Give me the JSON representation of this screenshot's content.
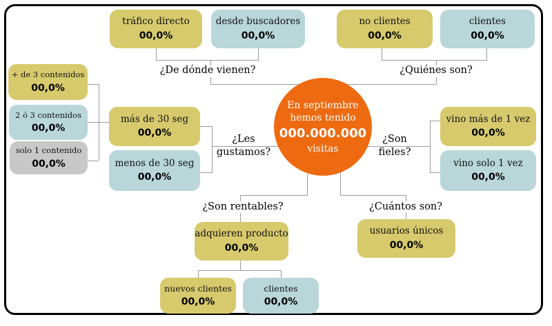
{
  "colors": {
    "yellow": "#d6ca6d",
    "blue": "#b9d6d9",
    "gray": "#c8c8c8",
    "orange": "#ee6a10",
    "line": "#999999"
  },
  "center": {
    "line1": "En septiembre",
    "line2": "hemos tenido",
    "value": "000.000.000",
    "unit": "visitas"
  },
  "questions": {
    "origin": "¿De dónde vienen?",
    "who": "¿Quiénes son?",
    "like": {
      "top": "¿Les",
      "bottom": "gustamos?"
    },
    "loyal": {
      "top": "¿Son",
      "bottom": "fieles?"
    },
    "profitable": "¿Son rentables?",
    "count": "¿Cuántos son?"
  },
  "boxes": {
    "trafico_directo": {
      "label": "tráfico directo",
      "value": "00,0%"
    },
    "desde_buscadores": {
      "label": "desde buscadores",
      "value": "00,0%"
    },
    "no_clientes": {
      "label": "no clientes",
      "value": "00,0%"
    },
    "clientes_top": {
      "label": "clientes",
      "value": "00,0%"
    },
    "mas_3_contenidos": {
      "label": "+ de 3 contenidos",
      "value": "00,0%"
    },
    "contenidos_2_3": {
      "label": "2 ó 3 contenidos",
      "value": "00,0%"
    },
    "solo_1_contenido": {
      "label": "solo 1 contenido",
      "value": "00,0%"
    },
    "mas_30_seg": {
      "label": "más de 30 seg",
      "value": "00,0%"
    },
    "menos_30_seg": {
      "label": "menos de 30 seg",
      "value": "00,0%"
    },
    "vino_mas_1_vez": {
      "label": "vino más de 1 vez",
      "value": "00,0%"
    },
    "vino_solo_1_vez": {
      "label": "vino solo 1 vez",
      "value": "00,0%"
    },
    "adquieren_producto": {
      "label": "adquieren producto",
      "value": "00,0%"
    },
    "nuevos_clientes": {
      "label": "nuevos clientes",
      "value": "00,0%"
    },
    "clientes_bottom": {
      "label": "clientes",
      "value": "00,0%"
    },
    "usuarios_unicos": {
      "label": "usuarios únicos",
      "value": "00,0%"
    }
  }
}
